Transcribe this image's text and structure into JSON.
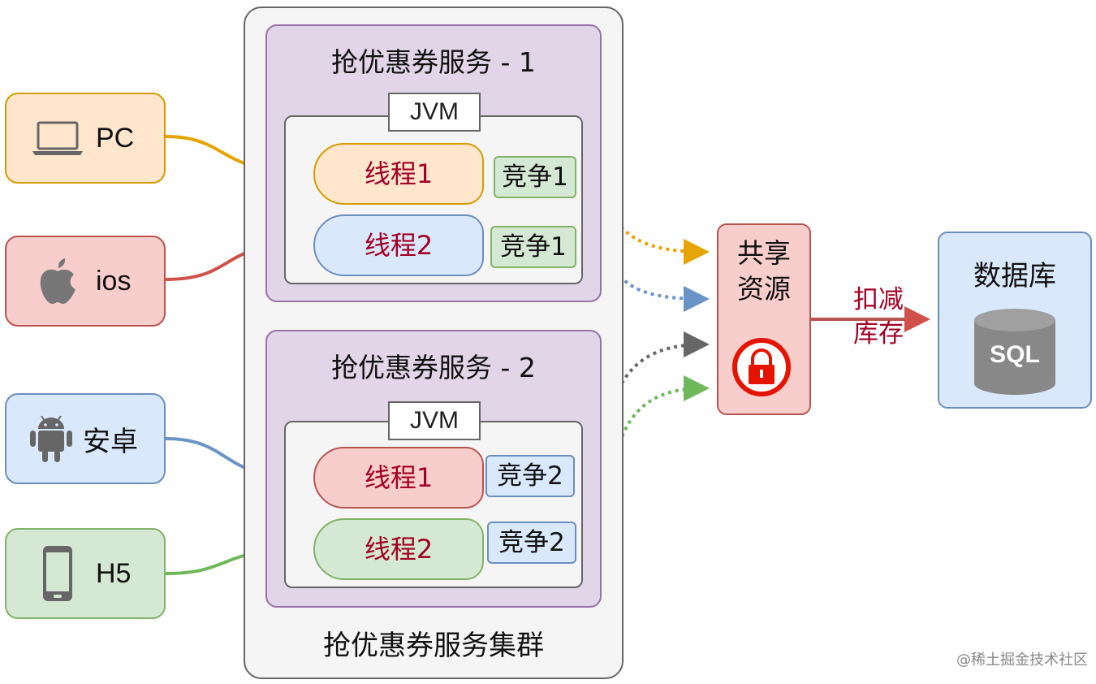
{
  "cluster": {
    "title": "抢优惠券服务集群"
  },
  "services": [
    {
      "title": "抢优惠券服务 - 1",
      "jvm_label": "JVM",
      "threads": [
        {
          "label": "线程1",
          "compete": "竞争1"
        },
        {
          "label": "线程2",
          "compete": "竞争1"
        }
      ]
    },
    {
      "title": "抢优惠券服务 - 2",
      "jvm_label": "JVM",
      "threads": [
        {
          "label": "线程1",
          "compete": "竞争2"
        },
        {
          "label": "线程2",
          "compete": "竞争2"
        }
      ]
    }
  ],
  "clients": [
    {
      "label": "PC",
      "icon": "laptop-icon",
      "fill": "#ffe6cc",
      "stroke": "#d79b00",
      "line": "#e6a400"
    },
    {
      "label": "ios",
      "icon": "apple-icon",
      "fill": "#f8cecc",
      "stroke": "#b85450",
      "line": "#d0504a"
    },
    {
      "label": "安卓",
      "icon": "android-icon",
      "fill": "#dae8fc",
      "stroke": "#6c8ebf",
      "line": "#6a93c8"
    },
    {
      "label": "H5",
      "icon": "phone-icon",
      "fill": "#d5e8d4",
      "stroke": "#82b366",
      "line": "#6fb85a"
    }
  ],
  "shared_resource": {
    "label_line1": "共享",
    "label_line2": "资源",
    "icon": "lock-icon"
  },
  "deduct": {
    "line1": "扣减",
    "line2": "库存"
  },
  "database": {
    "title": "数据库",
    "icon_text": "SQL",
    "icon": "database-icon"
  },
  "watermark": "@稀土掘金技术社区",
  "colors": {
    "orange": "#e6a400",
    "red": "#b85450",
    "blue": "#6a93c8",
    "gray": "#666666",
    "green": "#6fb85a",
    "dark_red": "#a20025"
  }
}
